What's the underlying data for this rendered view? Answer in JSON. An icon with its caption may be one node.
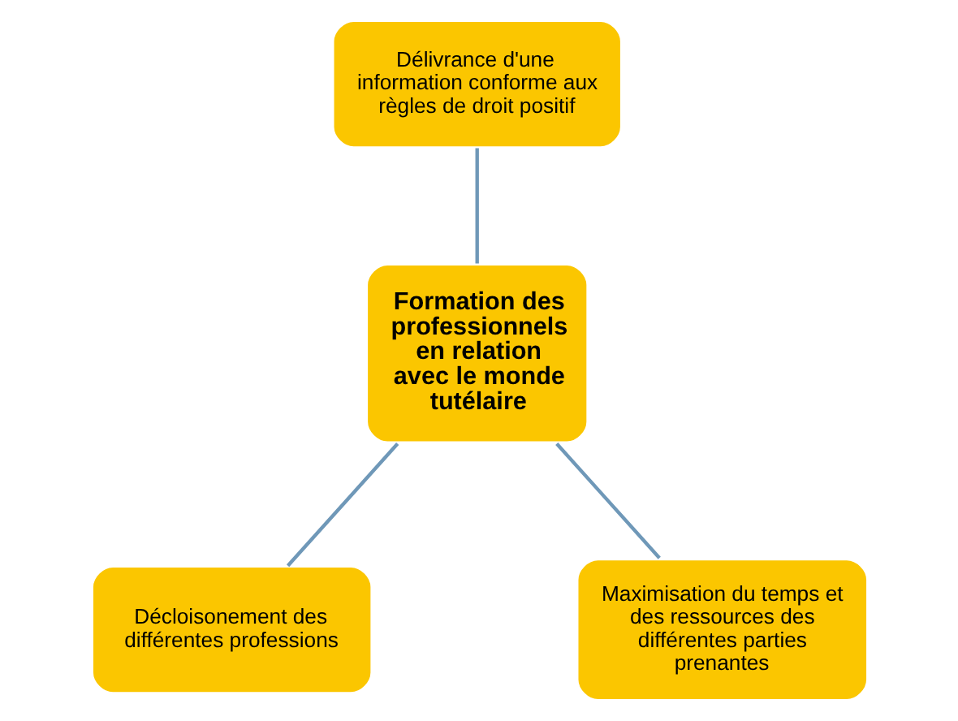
{
  "diagram": {
    "nodes": [
      {
        "text": [
          "Délivrance d'une information conforme aux règles de droit positif"
        ]
      },
      {
        "text": [
          "Formation des professionnels en relation avec le monde tutélaire"
        ]
      },
      {
        "text": [
          "Décloisonement des différentes professions"
        ]
      },
      {
        "text": [
          "Maximisation du temps et des ressources des différentes parties prenantes"
        ]
      }
    ],
    "edges": [
      {
        "from": 0,
        "to": 1,
        "arrow": "none"
      },
      {
        "from": 1,
        "to": 2,
        "arrow": "none"
      },
      {
        "from": 1,
        "to": 3,
        "arrow": "none"
      }
    ]
  }
}
